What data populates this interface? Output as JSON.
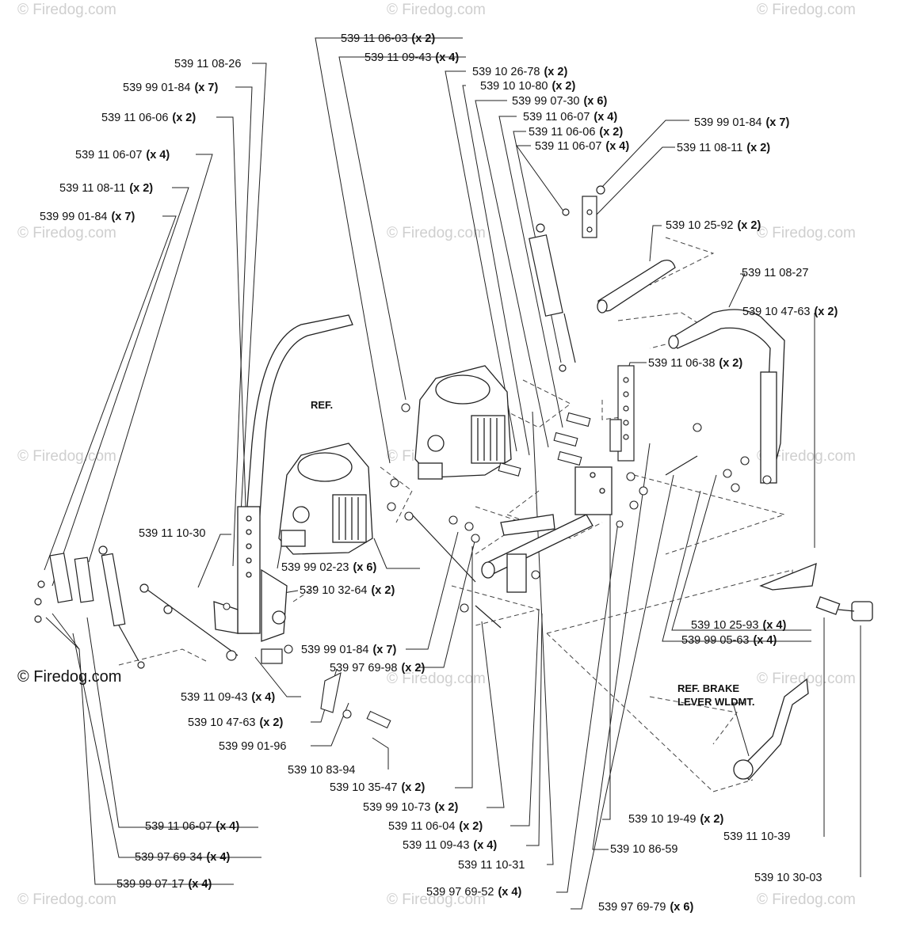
{
  "watermark": "© Firedog.com",
  "copyright": "© Firedog.com",
  "notes": {
    "ref": "REF.",
    "ref_brake_1": "REF. BRAKE",
    "ref_brake_2": "LEVER WLDMT."
  },
  "labels": [
    {
      "part": "539 11 06-03",
      "qty": "(x 2)"
    },
    {
      "part": "539 11 09-43",
      "qty": "(x 4)"
    },
    {
      "part": "539 11 08-26",
      "qty": ""
    },
    {
      "part": "539 10 26-78",
      "qty": "(x 2)"
    },
    {
      "part": "539 10 10-80",
      "qty": "(x 2)"
    },
    {
      "part": "539 99 01-84",
      "qty": "(x 7)"
    },
    {
      "part": "539 99 07-30",
      "qty": "(x 6)"
    },
    {
      "part": "539 11 06-06",
      "qty": "(x 2)"
    },
    {
      "part": "539 11 06-07",
      "qty": "(x 4)"
    },
    {
      "part": "539 11 06-06",
      "qty": "(x 2)"
    },
    {
      "part": "539 99 01-84",
      "qty": "(x 7)"
    },
    {
      "part": "539 11 06-07",
      "qty": "(x 4)"
    },
    {
      "part": "539 11 08-11",
      "qty": "(x 2)"
    },
    {
      "part": "539 11 06-07",
      "qty": "(x 4)"
    },
    {
      "part": "539 11 08-11",
      "qty": "(x 2)"
    },
    {
      "part": "539 99 01-84",
      "qty": "(x 7)"
    },
    {
      "part": "539 10 25-92",
      "qty": "(x 2)"
    },
    {
      "part": "539 11 08-27",
      "qty": ""
    },
    {
      "part": "539 10 47-63",
      "qty": "(x 2)"
    },
    {
      "part": "539 11 06-38",
      "qty": "(x 2)"
    },
    {
      "part": "539 11 10-30",
      "qty": ""
    },
    {
      "part": "539 99 02-23",
      "qty": "(x 6)"
    },
    {
      "part": "539 10 32-64",
      "qty": "(x 2)"
    },
    {
      "part": "539 10 25-93",
      "qty": "(x 4)"
    },
    {
      "part": "539 99 05-63",
      "qty": "(x 4)"
    },
    {
      "part": "539 99 01-84",
      "qty": "(x 7)"
    },
    {
      "part": "539 97 69-98",
      "qty": "(x 2)"
    },
    {
      "part": "539 11 09-43",
      "qty": "(x 4)"
    },
    {
      "part": "539 10 47-63",
      "qty": "(x 2)"
    },
    {
      "part": "539 99 01-96",
      "qty": ""
    },
    {
      "part": "539 10 83-94",
      "qty": ""
    },
    {
      "part": "539 10 35-47",
      "qty": "(x 2)"
    },
    {
      "part": "539 99 10-73",
      "qty": "(x 2)"
    },
    {
      "part": "539 11 06-04",
      "qty": "(x 2)"
    },
    {
      "part": "539 11 09-43",
      "qty": "(x 4)"
    },
    {
      "part": "539 11 10-31",
      "qty": ""
    },
    {
      "part": "539 97 69-52",
      "qty": "(x 4)"
    },
    {
      "part": "539 97 69-79",
      "qty": "(x 6)"
    },
    {
      "part": "539 10 19-49",
      "qty": "(x 2)"
    },
    {
      "part": "539 10 86-59",
      "qty": ""
    },
    {
      "part": "539 11 10-39",
      "qty": ""
    },
    {
      "part": "539 10 30-03",
      "qty": ""
    },
    {
      "part": "539 11 06-07",
      "qty": "(x 4)"
    },
    {
      "part": "539 97 69-34",
      "qty": "(x 4)"
    },
    {
      "part": "539 99 07-17",
      "qty": "(x 4)"
    }
  ]
}
